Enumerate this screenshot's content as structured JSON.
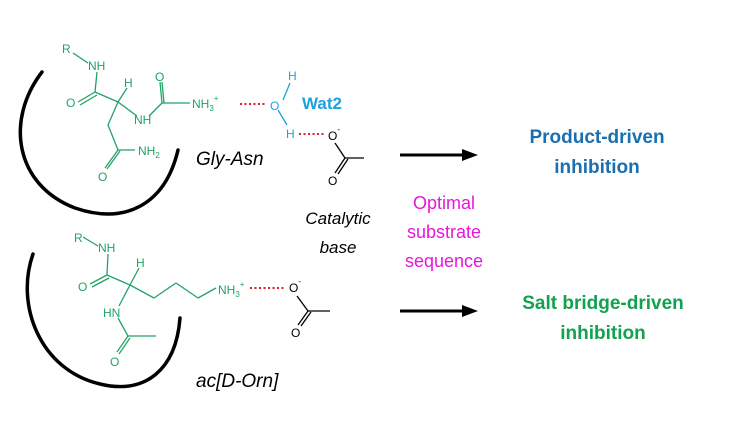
{
  "molecule_top": {
    "r": "R",
    "nh_top": "NH",
    "o_left": "O",
    "h": "H",
    "nh_mid": "NH",
    "o_top": "O",
    "nh3": "NH",
    "nh3_sub": "3",
    "nh3_charge": "+",
    "o_amide": "O",
    "nh2": "NH",
    "nh2_sub": "2",
    "label": "Gly-Asn"
  },
  "water": {
    "h_top": "H",
    "o": "O",
    "h_bottom": "H",
    "label": "Wat2"
  },
  "carboxylate_top": {
    "o_minus": "O",
    "charge": "-",
    "o": "O"
  },
  "catalytic": {
    "line1": "Catalytic",
    "line2": "base"
  },
  "optimal": {
    "line1": "Optimal",
    "line2": "substrate",
    "line3": "sequence"
  },
  "outcome_top": {
    "line1": "Product-driven",
    "line2": "inhibition"
  },
  "molecule_bottom": {
    "r": "R",
    "nh_top": "NH",
    "o_left": "O",
    "h": "H",
    "hn": "HN",
    "o_acetyl": "O",
    "nh3": "NH",
    "nh3_sub": "3",
    "nh3_charge": "+",
    "label": "ac[D-Orn]"
  },
  "carboxylate_bottom": {
    "o_minus": "O",
    "charge": "-",
    "o": "O"
  },
  "outcome_bottom": {
    "line1": "Salt bridge-driven",
    "line2": "inhibition"
  },
  "colors": {
    "molecule": "#21a366",
    "water": "#1aa3e0",
    "hbond": "#e02020",
    "product": "#1a6fb0",
    "salt": "#12a14f",
    "optimal": "#e617d8"
  }
}
